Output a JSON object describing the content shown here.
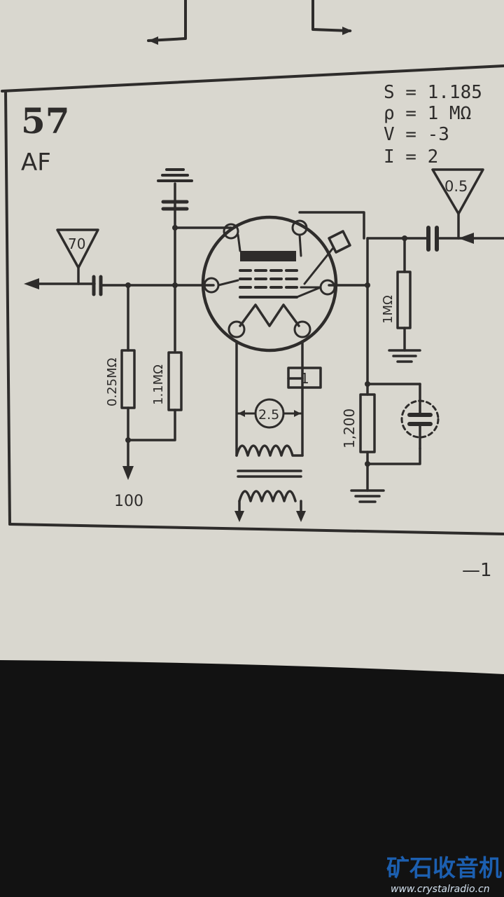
{
  "tube": {
    "number": "57",
    "type": "AF"
  },
  "parameters": [
    "S = 1.185",
    "ρ = 1 MΩ",
    "V = -3",
    "I = 2"
  ],
  "voltages": {
    "grid_input": "70",
    "plate_output": "0.5",
    "supply": "100",
    "cathode_current": "1",
    "heater": "2.5"
  },
  "components": {
    "r_grid": "0.25MΩ",
    "r_load": "1.1MΩ",
    "r_output": "1MΩ",
    "r_cathode": "1,200"
  },
  "page_number_fragment": "—1",
  "watermark": {
    "chinese": "矿石收音机",
    "url": "www.crystalradio.cn"
  },
  "colors": {
    "paper": "#d9d7cf",
    "ink": "#2e2c2b",
    "watermark_blue": "#1c5fb0",
    "background": "#111111"
  }
}
